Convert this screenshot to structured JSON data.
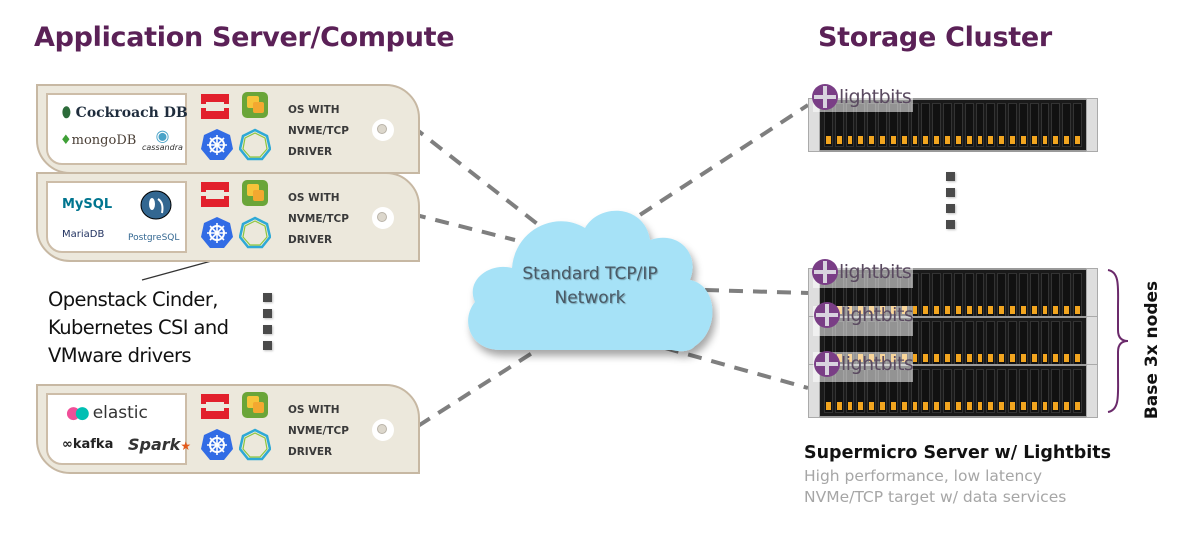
{
  "titles": {
    "left": "Application Server/Compute",
    "right": "Storage Cluster"
  },
  "colors": {
    "title": "#5b2157",
    "card_bg": "#ece8dc",
    "card_border": "#c7b8a3",
    "cloud": "#a6e2f7",
    "dash": "#7f7f7f",
    "brace": "#6b2a6b",
    "drive_tab": "#f2a51f",
    "lightbits": "#7a3e86"
  },
  "compute_cards": [
    {
      "apps": [
        "Cockroach DB",
        "mongoDB",
        "cassandra"
      ],
      "platform_icons": [
        "openstack-icon",
        "vmware-vsphere-icon",
        "kubernetes-icon",
        "heptagon-icon"
      ],
      "os_lines": [
        "OS WITH",
        "NVME/TCP",
        "DRIVER"
      ]
    },
    {
      "apps": [
        "MySQL",
        "MariaDB",
        "PostgreSQL"
      ],
      "platform_icons": [
        "openstack-icon",
        "vmware-vsphere-icon",
        "kubernetes-icon",
        "heptagon-icon"
      ],
      "os_lines": [
        "OS WITH",
        "NVME/TCP",
        "DRIVER"
      ]
    },
    {
      "apps": [
        "elastic",
        "kafka",
        "Spark"
      ],
      "platform_icons": [
        "openstack-icon",
        "vmware-vsphere-icon",
        "kubernetes-icon",
        "heptagon-icon"
      ],
      "os_lines": [
        "OS WITH",
        "NVME/TCP",
        "DRIVER"
      ]
    }
  ],
  "callout": {
    "lines": [
      "Openstack Cinder,",
      "Kubernetes CSI and",
      "VMware drivers"
    ]
  },
  "network": {
    "lines": [
      "Standard TCP/IP",
      "Network"
    ]
  },
  "storage": {
    "node_logo": "lightbits",
    "cluster_label": "Base 3x nodes",
    "product_title": "Supermicro Server w/ Lightbits",
    "product_desc": [
      "High performance, low latency",
      "NVMe/TCP target w/ data services"
    ]
  }
}
